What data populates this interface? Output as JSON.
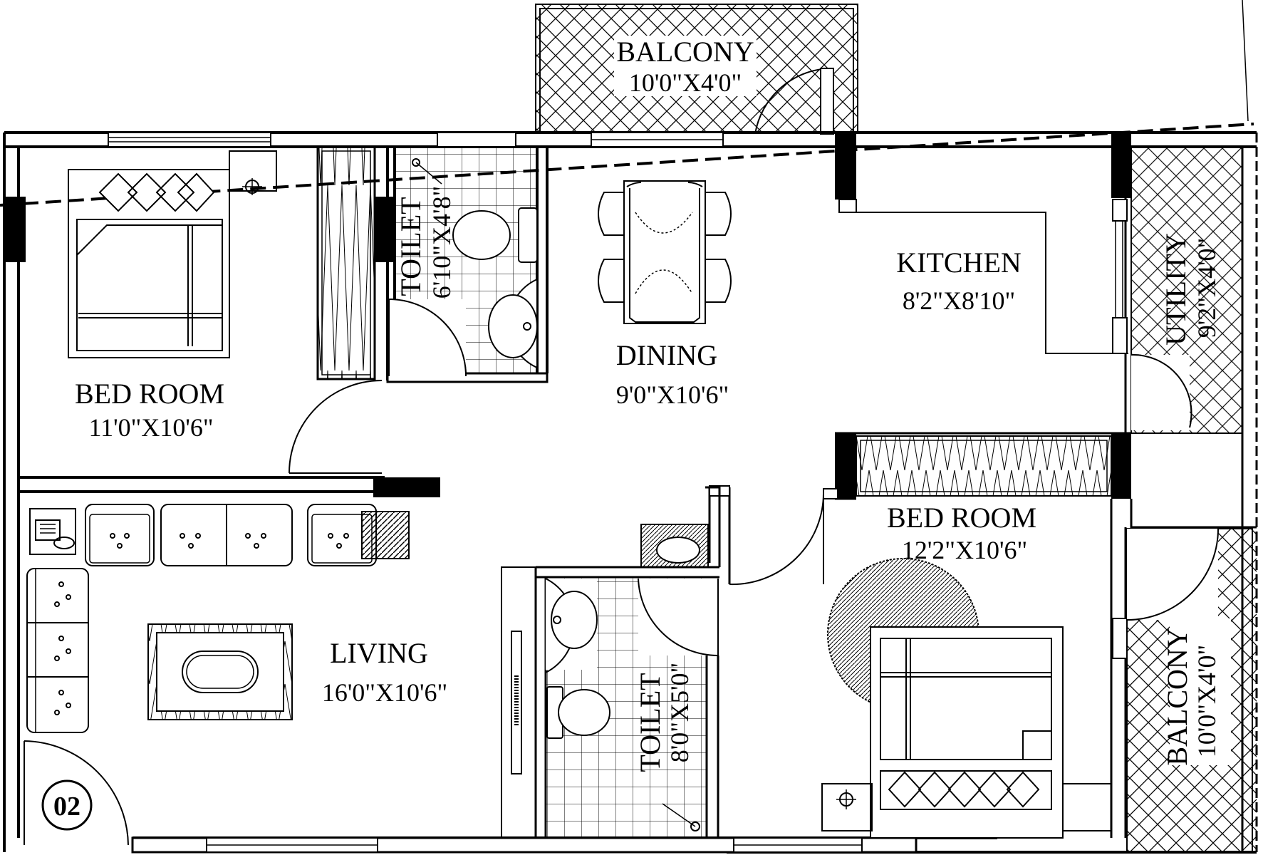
{
  "rooms": {
    "balcony_top": {
      "name": "BALCONY",
      "dim": "10'0\"X4'0\""
    },
    "bedroom_left": {
      "name": "BED ROOM",
      "dim": "11'0\"X10'6\""
    },
    "toilet_top": {
      "name": "TOILET",
      "dim": "6'10\"X4'8\""
    },
    "dining": {
      "name": "DINING",
      "dim": "9'0\"X10'6\""
    },
    "kitchen": {
      "name": "KITCHEN",
      "dim": "8'2\"X8'10\""
    },
    "utility": {
      "name": "UTILITY",
      "dim": "9'2\"X4'0\""
    },
    "bedroom_right": {
      "name": "BED ROOM",
      "dim": "12'2\"X10'6\""
    },
    "living": {
      "name": "LIVING",
      "dim": "16'0\"X10'6\""
    },
    "toilet_bottom": {
      "name": "TOILET",
      "dim": "8'0\"X5'0\""
    },
    "balcony_right": {
      "name": "BALCONY",
      "dim": "10'0\"X4'0\""
    }
  },
  "unit": {
    "number": "02"
  }
}
